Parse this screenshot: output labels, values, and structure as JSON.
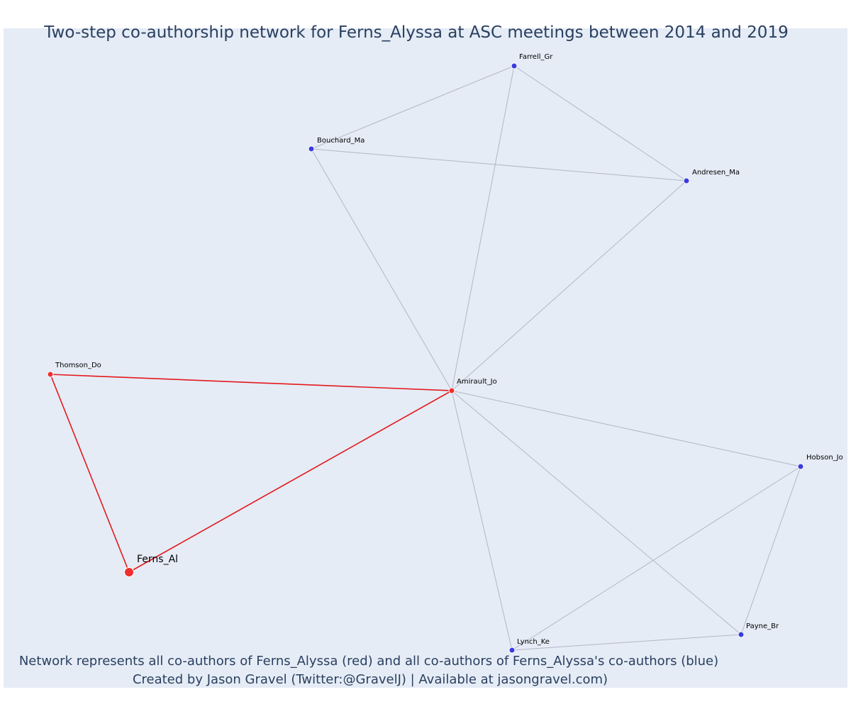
{
  "title": "Two-step co-authorship network for Ferns_Alyssa at ASC meetings between 2014 and 2019",
  "caption_line1": "Network represents all co-authors of Ferns_Alyssa (red) and all co-authors of Ferns_Alyssa's co-authors (blue)",
  "caption_line2": "Created by Jason Gravel (Twitter:@GravelJ) | Available at jasongravel.com)",
  "colors": {
    "background": "#e5ecf6",
    "first_degree": "#ef2f2f",
    "second_degree": "#3b3be3",
    "first_degree_edge": "#e31a1c",
    "second_degree_edge": "#b3b6c7"
  },
  "nodes": [
    {
      "id": "ferns",
      "label": "Ferns_Al",
      "group": "focus"
    },
    {
      "id": "thomson",
      "label": "Thomson_Do",
      "group": "first"
    },
    {
      "id": "amirault",
      "label": "Amirault_Jo",
      "group": "first"
    },
    {
      "id": "farrell",
      "label": "Farrell_Gr",
      "group": "second"
    },
    {
      "id": "bouchard",
      "label": "Bouchard_Ma",
      "group": "second"
    },
    {
      "id": "andresen",
      "label": "Andresen_Ma",
      "group": "second"
    },
    {
      "id": "hobson",
      "label": "Hobson_Jo",
      "group": "second"
    },
    {
      "id": "payne",
      "label": "Payne_Br",
      "group": "second"
    },
    {
      "id": "lynch",
      "label": "Lynch_Ke",
      "group": "second"
    }
  ],
  "edges": [
    {
      "source": "thomson",
      "target": "amirault",
      "type": "first"
    },
    {
      "source": "thomson",
      "target": "ferns",
      "type": "first"
    },
    {
      "source": "ferns",
      "target": "amirault",
      "type": "first"
    },
    {
      "source": "farrell",
      "target": "bouchard",
      "type": "second"
    },
    {
      "source": "farrell",
      "target": "andresen",
      "type": "second"
    },
    {
      "source": "farrell",
      "target": "amirault",
      "type": "second"
    },
    {
      "source": "bouchard",
      "target": "andresen",
      "type": "second"
    },
    {
      "source": "bouchard",
      "target": "amirault",
      "type": "second"
    },
    {
      "source": "andresen",
      "target": "amirault",
      "type": "second"
    },
    {
      "source": "amirault",
      "target": "hobson",
      "type": "second"
    },
    {
      "source": "amirault",
      "target": "payne",
      "type": "second"
    },
    {
      "source": "amirault",
      "target": "lynch",
      "type": "second"
    },
    {
      "source": "hobson",
      "target": "lynch",
      "type": "second"
    },
    {
      "source": "hobson",
      "target": "payne",
      "type": "second"
    },
    {
      "source": "lynch",
      "target": "payne",
      "type": "second"
    }
  ]
}
